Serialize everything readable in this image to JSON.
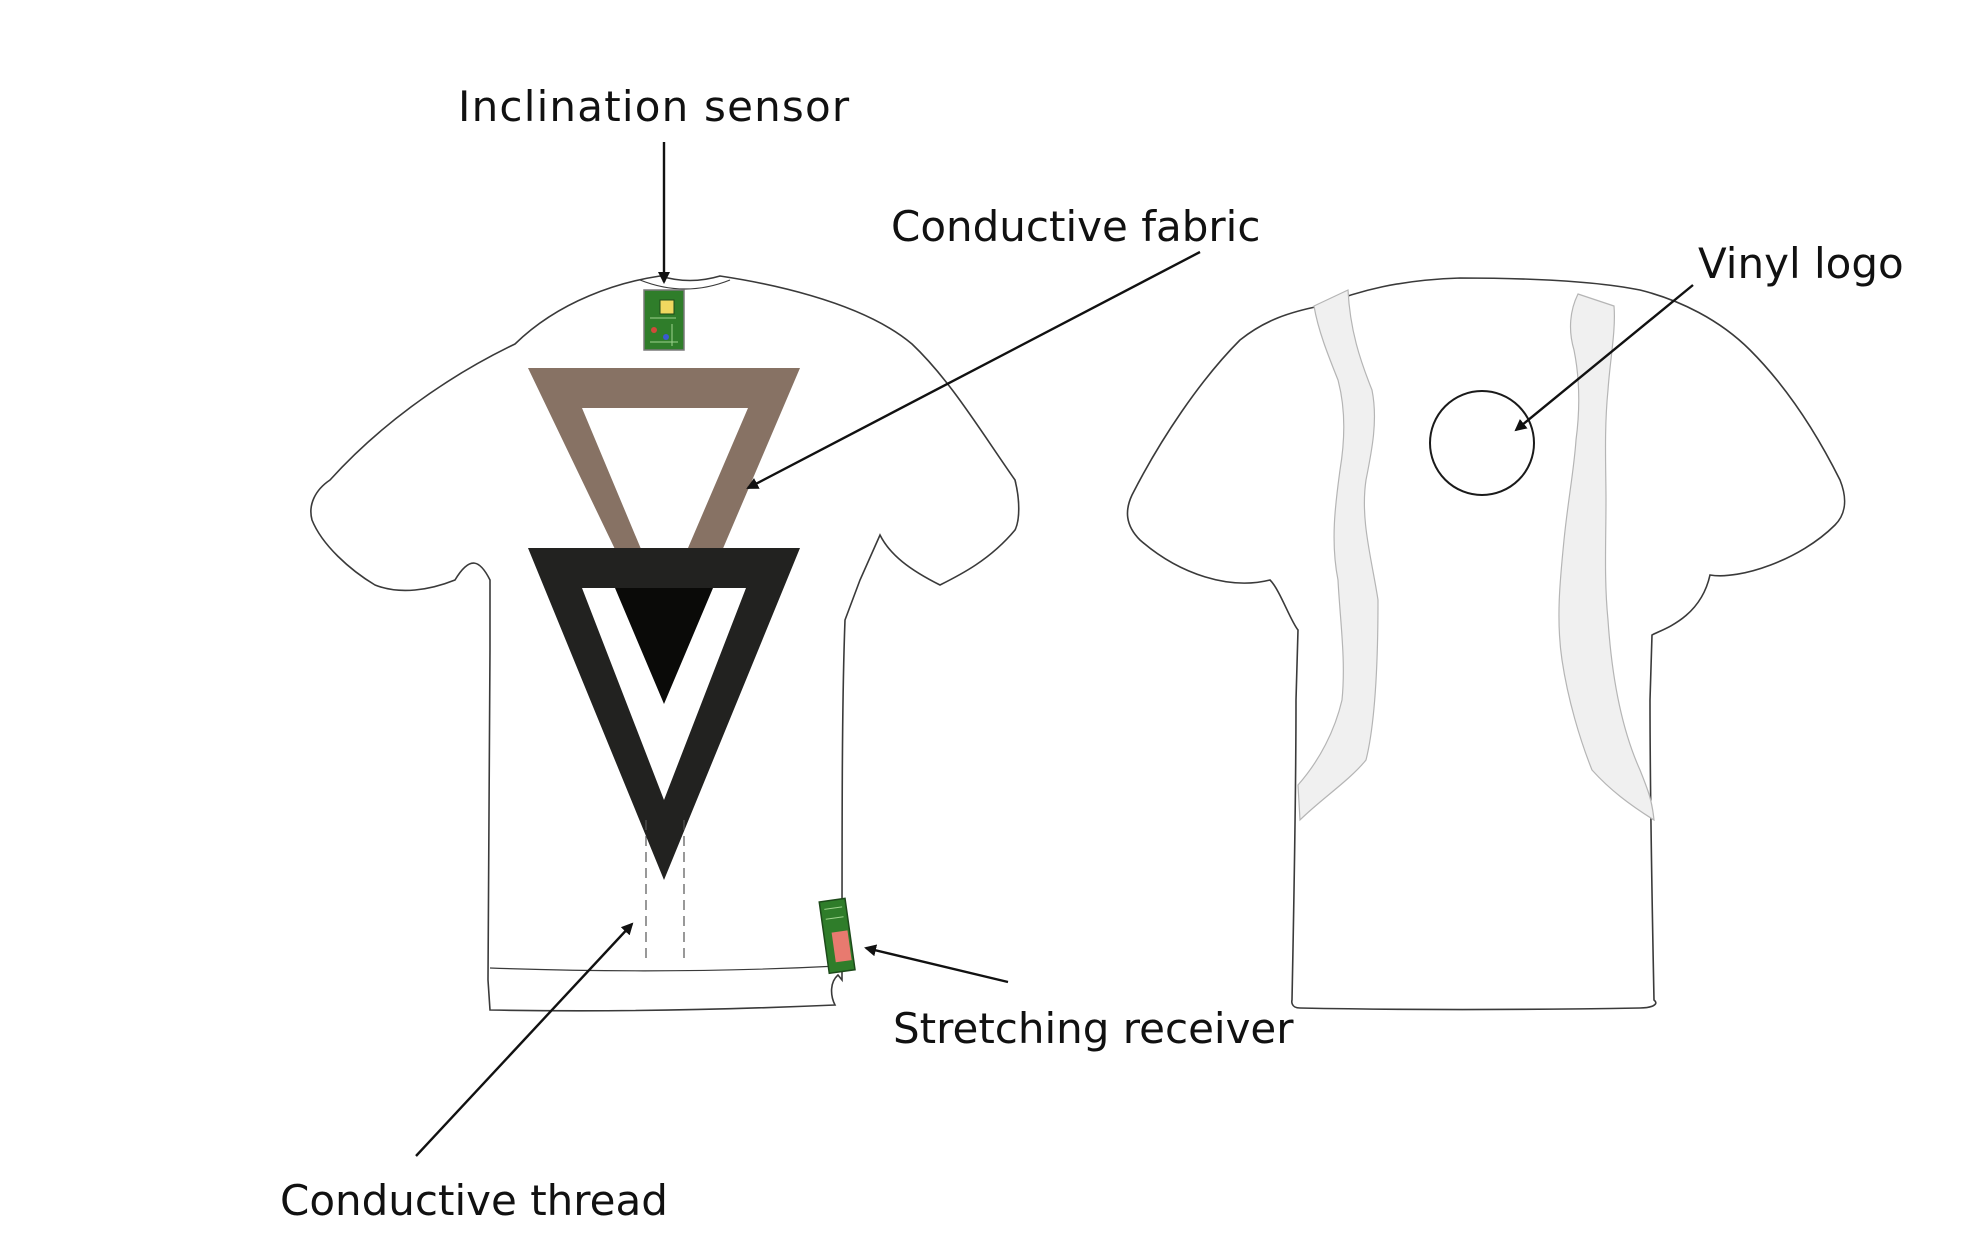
{
  "labels": {
    "inclination_sensor": "Inclination sensor",
    "conductive_fabric": "Conductive fabric",
    "vinyl_logo": "Vinyl logo",
    "stretching_receiver": "Stretching receiver",
    "conductive_thread": "Conductive thread"
  },
  "colors": {
    "outline": "#3a3a3a",
    "fabric_triangle": "#877264",
    "black_triangle": "#222220",
    "inner_dark": "#0a0a08",
    "pcb_green": "#2f7d2a",
    "pcb_red": "#e87a6f",
    "side_panel": "#f0f0f0",
    "arrow": "#111111"
  },
  "icons": {
    "inclination_sensor": "pcb-board-icon",
    "stretching_receiver": "pcb-board-icon"
  }
}
